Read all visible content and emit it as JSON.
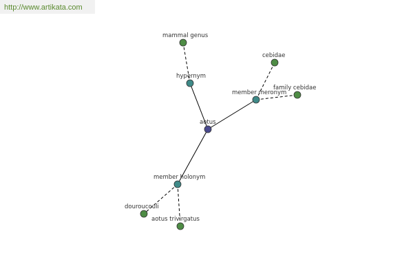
{
  "banner": {
    "url": "http://www.artikata.com"
  },
  "graph": {
    "colors": {
      "center": "#4a4a8e",
      "relation": "#3f8a88",
      "term": "#4e8c45",
      "stroke": "#333333"
    },
    "nodes": [
      {
        "id": "aotus",
        "label": "aotus",
        "kind": "center"
      },
      {
        "id": "hypernym",
        "label": "hypernym",
        "kind": "relation"
      },
      {
        "id": "member-meronym",
        "label": "member meronym",
        "kind": "relation"
      },
      {
        "id": "member-holonym",
        "label": "member holonym",
        "kind": "relation"
      },
      {
        "id": "mammal-genus",
        "label": "mammal genus",
        "kind": "term"
      },
      {
        "id": "cebidae",
        "label": "cebidae",
        "kind": "term"
      },
      {
        "id": "family-cebidae",
        "label": "family cebidae",
        "kind": "term"
      },
      {
        "id": "douroucouli",
        "label": "douroucouli",
        "kind": "term"
      },
      {
        "id": "aotus-trivirgatus",
        "label": "aotus trivirgatus",
        "kind": "term"
      }
    ],
    "edges": [
      {
        "from": "aotus",
        "to": "hypernym",
        "style": "solid"
      },
      {
        "from": "aotus",
        "to": "member-meronym",
        "style": "solid"
      },
      {
        "from": "aotus",
        "to": "member-holonym",
        "style": "solid"
      },
      {
        "from": "hypernym",
        "to": "mammal-genus",
        "style": "dashed"
      },
      {
        "from": "member-meronym",
        "to": "cebidae",
        "style": "dashed"
      },
      {
        "from": "member-meronym",
        "to": "family-cebidae",
        "style": "dashed"
      },
      {
        "from": "member-holonym",
        "to": "douroucouli",
        "style": "dashed"
      },
      {
        "from": "member-holonym",
        "to": "aotus-trivirgatus",
        "style": "dashed"
      }
    ]
  }
}
